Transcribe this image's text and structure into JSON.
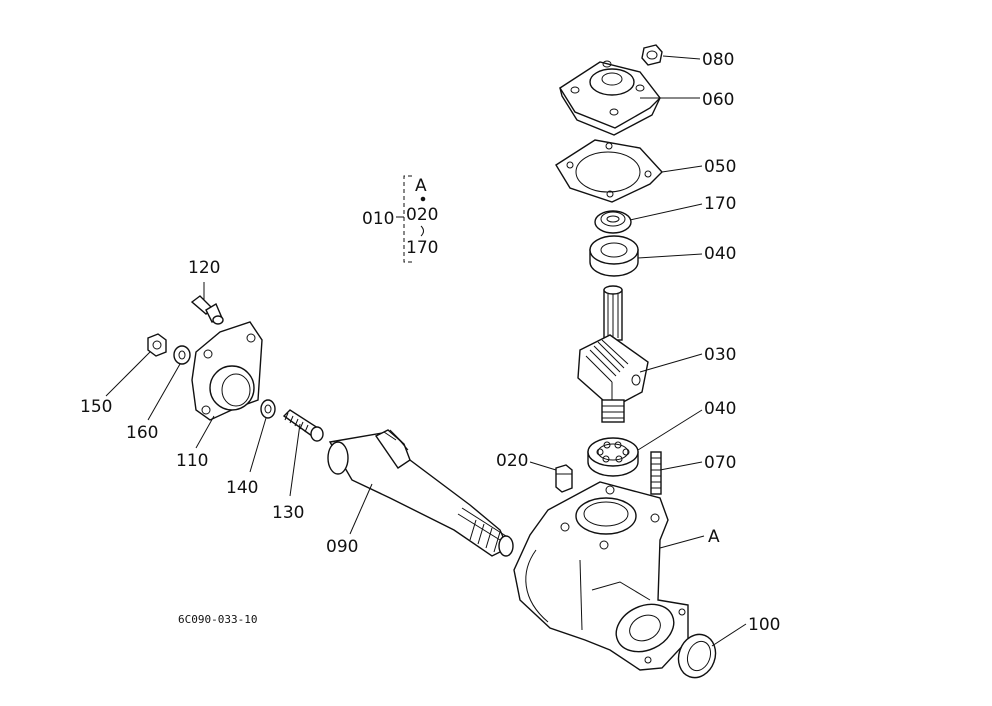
{
  "labels": {
    "p080": "080",
    "p060": "060",
    "p050": "050",
    "p170": "170",
    "p040_top": "040",
    "p030": "030",
    "p040_bottom": "040",
    "p070": "070",
    "p020": "020",
    "pA": "A",
    "p100": "100",
    "p090": "090",
    "p130": "130",
    "p140": "140",
    "p110": "110",
    "p160": "160",
    "p150": "150",
    "p120": "120"
  },
  "assembly": {
    "ref": "010",
    "line1": "A",
    "line2": "020",
    "line3": "170"
  },
  "drawing_code": "6C090-033-10"
}
